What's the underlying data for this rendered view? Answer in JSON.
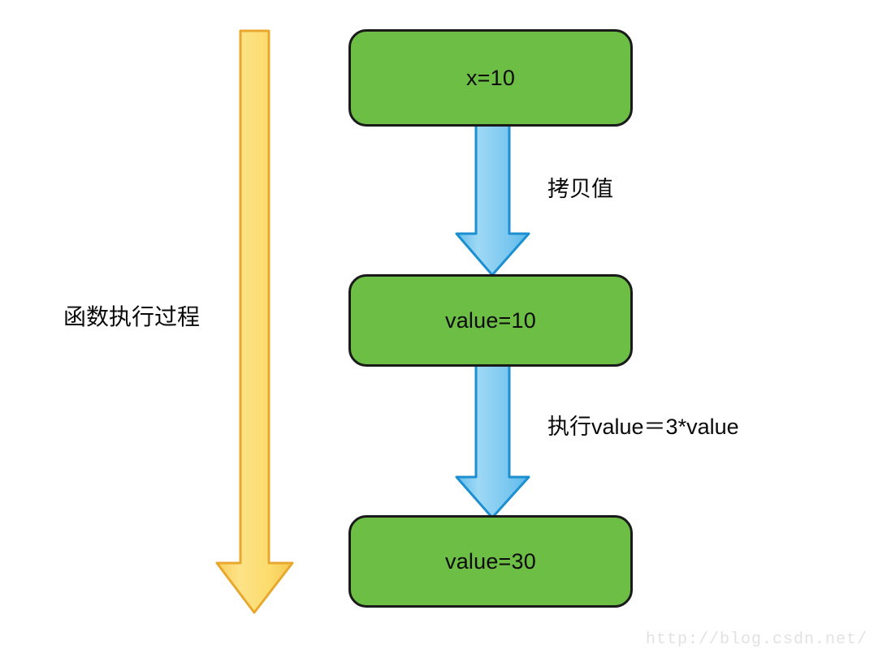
{
  "diagram": {
    "title": "函数执行过程",
    "side_label": {
      "text": "函数执行过程",
      "name": "function-execution-process"
    },
    "nodes": [
      {
        "id": "node-1",
        "label": "x=10"
      },
      {
        "id": "node-2",
        "label": "value=10"
      },
      {
        "id": "node-3",
        "label": "value=30"
      }
    ],
    "edges": [
      {
        "id": "edge-1",
        "label": "拷贝值",
        "from": "node-1",
        "to": "node-2"
      },
      {
        "id": "edge-2",
        "label": "执行value＝3*value",
        "from": "node-2",
        "to": "node-3"
      }
    ],
    "colors": {
      "node_fill": "#6cbe45",
      "node_border": "#1a1a1a",
      "arrow_blue_fill": "#78c6ef",
      "arrow_blue_border": "#1c8fd0",
      "arrow_yellow_fill": "#fcde72",
      "arrow_yellow_border": "#e8a82e",
      "text": "#0a0a0a",
      "watermark": "#e2e2e2",
      "background": "#ffffff"
    }
  },
  "watermark": {
    "text": "http://blog.csdn.net/"
  }
}
